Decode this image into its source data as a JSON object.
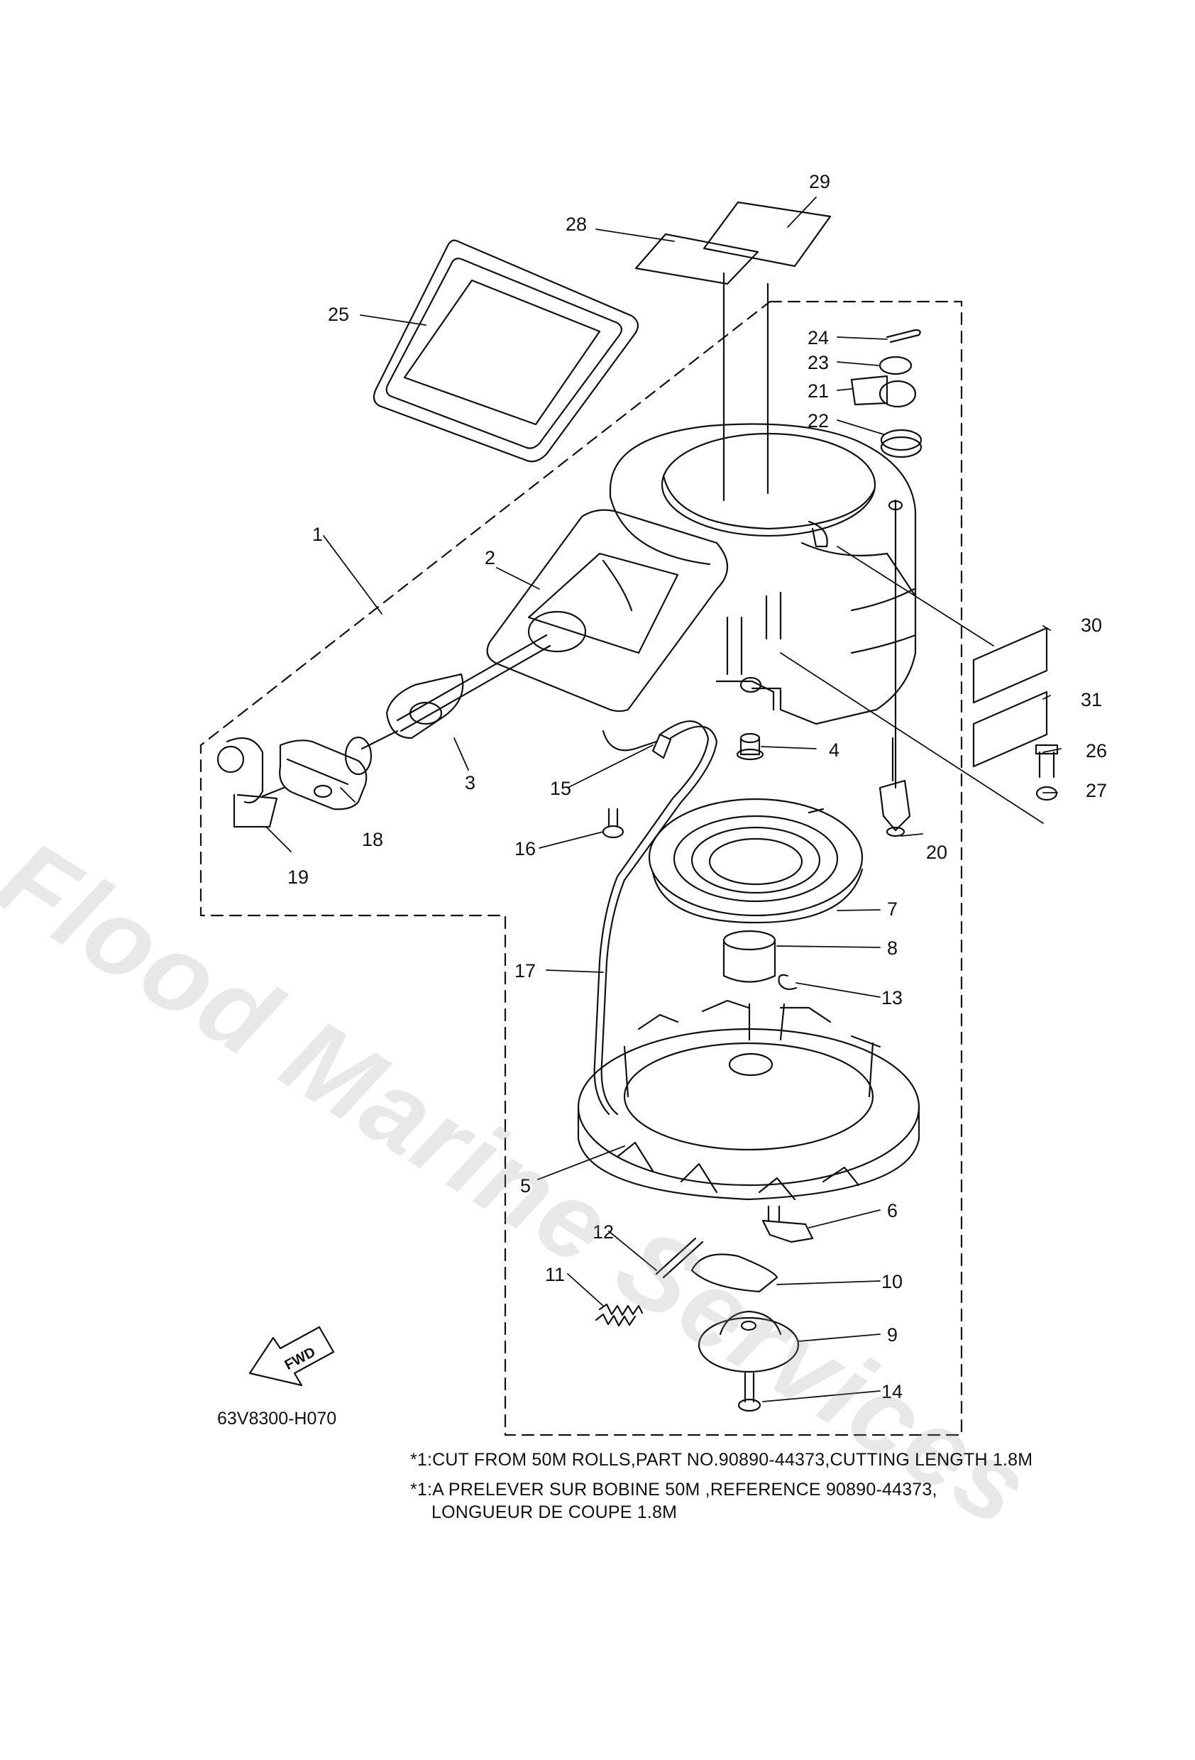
{
  "callouts": [
    "1",
    "2",
    "3",
    "4",
    "5",
    "6",
    "7",
    "8",
    "9",
    "10",
    "11",
    "12",
    "13",
    "14",
    "15",
    "16",
    "17",
    "18",
    "19",
    "20",
    "21",
    "22",
    "23",
    "24",
    "25",
    "26",
    "27",
    "28",
    "29",
    "30",
    "31"
  ],
  "fwd_label": "FWD",
  "diagram_code": "63V8300-H070",
  "notes": [
    "*1:CUT FROM 50M ROLLS,PART NO.90890-44373,CUTTING LENGTH 1.8M",
    "*1:A PRELEVER SUR BOBINE 50M ,REFERENCE 90890-44373,",
    "LONGUEUR DE COUPE 1.8M"
  ],
  "watermark": "Flood Marine Services",
  "colors": {
    "line": "#111111",
    "watermark": "#969696"
  }
}
